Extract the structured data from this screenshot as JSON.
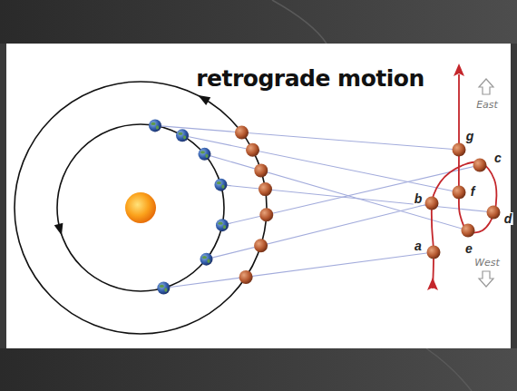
{
  "diagram": {
    "title": "retrograde motion",
    "labels": [
      "East",
      "West",
      "a",
      "b",
      "c",
      "d",
      "e",
      "f",
      "g"
    ]
  }
}
